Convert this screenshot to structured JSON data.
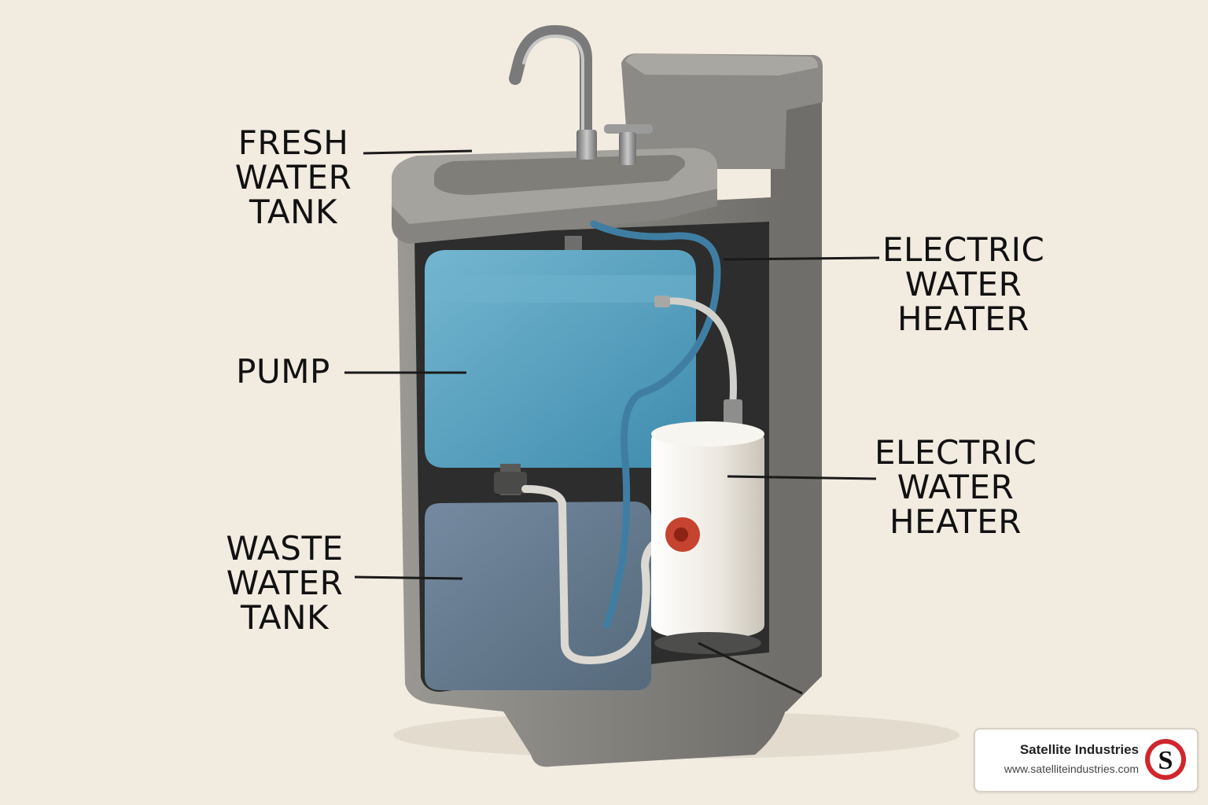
{
  "labels": {
    "fresh_water_tank": [
      "FRESH",
      "WATER",
      "TANK"
    ],
    "pump": [
      "PUMP"
    ],
    "waste_water_tank": [
      "WASTE",
      "WATER",
      "TANK"
    ],
    "electric_water_heater_top": [
      "ELECTRIC",
      "WATER",
      "HEATER"
    ],
    "electric_water_heater_bottom": [
      "ELECTRIC",
      "WATER",
      "HEATER"
    ]
  },
  "brand": {
    "name": "Satellite Industries",
    "url": "www.satelliteindustries.com",
    "logo_letter": "S"
  },
  "colors": {
    "background": "#f2ebe0",
    "cabinet": "#8a8985",
    "fresh_tank": "#4f9cbc",
    "waste_tank": "#5f7282",
    "heater": "#ece8df",
    "hose_blue": "#3f7ea2",
    "logo_red": "#d0262c"
  }
}
